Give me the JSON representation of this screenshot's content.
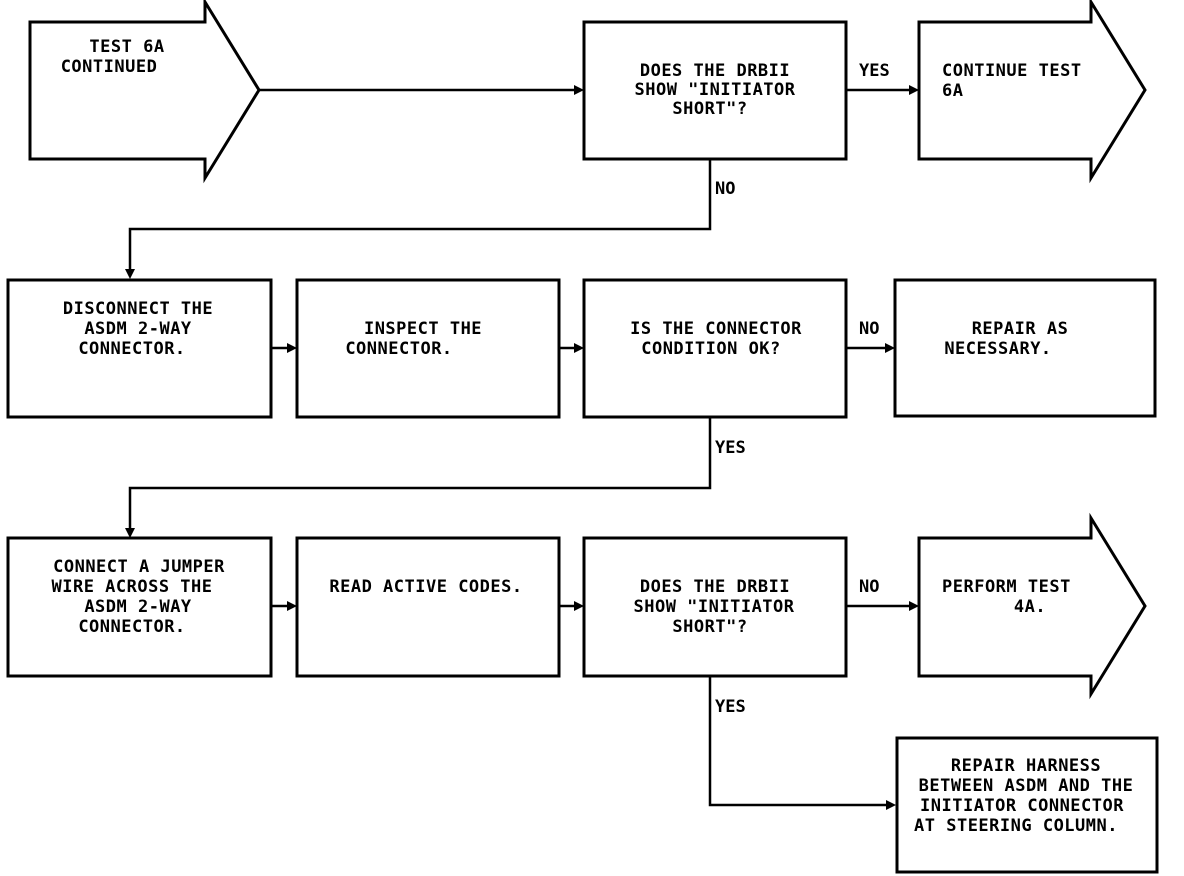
{
  "nodes": [
    {
      "id": "start",
      "type": "arrow-shape",
      "lines": [
        "TEST 6A",
        "CONTINUED"
      ]
    },
    {
      "id": "q1",
      "type": "box",
      "lines": [
        "DOES THE DRBII",
        "SHOW \"INITIATOR",
        "SHORT\"?"
      ]
    },
    {
      "id": "continue6a",
      "type": "arrow-shape",
      "lines": [
        "CONTINUE TEST",
        "6A"
      ]
    },
    {
      "id": "disconnect",
      "type": "box",
      "lines": [
        "DISCONNECT THE",
        "ASDM 2-WAY",
        "CONNECTOR."
      ]
    },
    {
      "id": "inspect",
      "type": "box",
      "lines": [
        "INSPECT THE",
        "CONNECTOR."
      ]
    },
    {
      "id": "q2",
      "type": "box",
      "lines": [
        "IS THE CONNECTOR",
        "CONDITION OK?"
      ]
    },
    {
      "id": "repair1",
      "type": "box",
      "lines": [
        "REPAIR AS",
        "NECESSARY."
      ]
    },
    {
      "id": "jumper",
      "type": "box",
      "lines": [
        "CONNECT A JUMPER",
        "WIRE ACROSS THE",
        "ASDM 2-WAY",
        "CONNECTOR."
      ]
    },
    {
      "id": "readcodes",
      "type": "box",
      "lines": [
        "READ ACTIVE CODES."
      ]
    },
    {
      "id": "q3",
      "type": "box",
      "lines": [
        "DOES THE DRBII",
        "SHOW \"INITIATOR",
        "SHORT\"?"
      ]
    },
    {
      "id": "perform4a",
      "type": "arrow-shape",
      "lines": [
        "PERFORM TEST",
        "4A."
      ]
    },
    {
      "id": "repair2",
      "type": "box",
      "lines": [
        "REPAIR HARNESS",
        "BETWEEN ASDM AND THE",
        "INITIATOR CONNECTOR",
        "AT STEERING COLUMN."
      ]
    }
  ],
  "edges": [
    {
      "from": "start",
      "to": "q1",
      "label": ""
    },
    {
      "from": "q1",
      "to": "continue6a",
      "label": "YES"
    },
    {
      "from": "q1",
      "to": "disconnect",
      "label": "NO"
    },
    {
      "from": "disconnect",
      "to": "inspect",
      "label": ""
    },
    {
      "from": "inspect",
      "to": "q2",
      "label": ""
    },
    {
      "from": "q2",
      "to": "repair1",
      "label": "NO"
    },
    {
      "from": "q2",
      "to": "jumper",
      "label": "YES"
    },
    {
      "from": "jumper",
      "to": "readcodes",
      "label": ""
    },
    {
      "from": "readcodes",
      "to": "q3",
      "label": ""
    },
    {
      "from": "q3",
      "to": "perform4a",
      "label": "NO"
    },
    {
      "from": "q3",
      "to": "repair2",
      "label": "YES"
    }
  ]
}
